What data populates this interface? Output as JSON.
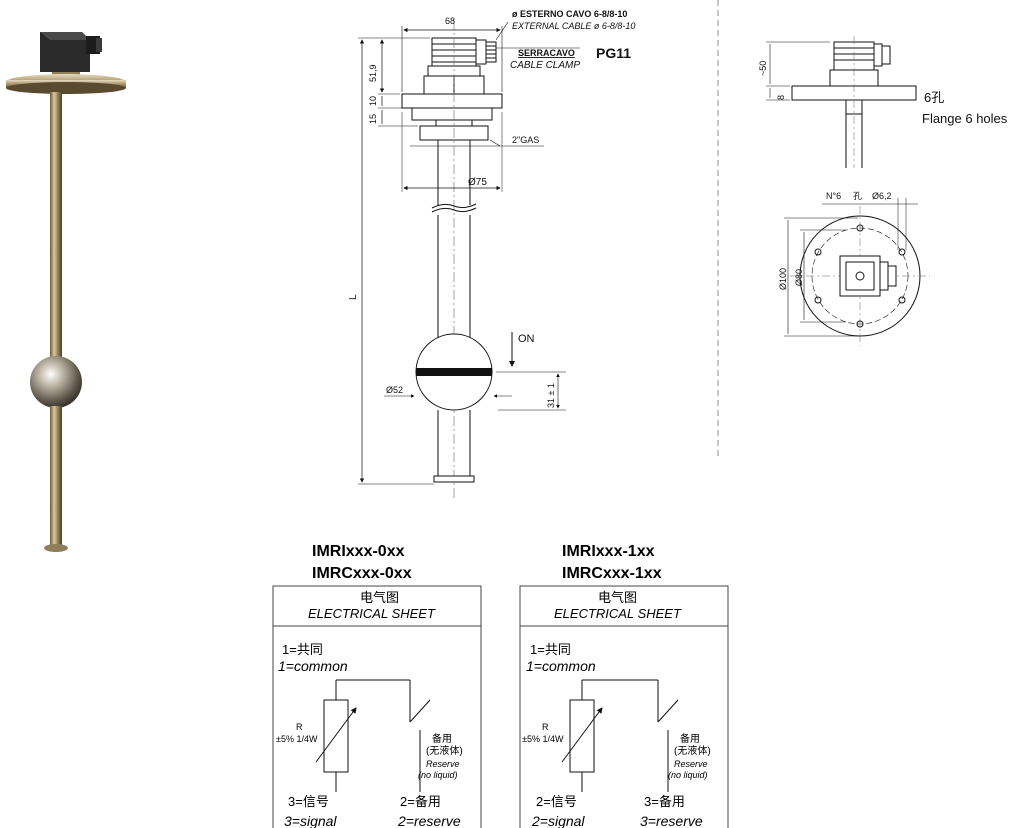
{
  "dimensions": {
    "width_68": "68",
    "height_51_9": "51,9",
    "dim_10": "10",
    "dim_15": "15",
    "thread": "2\"GAS",
    "dia_75": "Ø75",
    "length": "L",
    "dia_52": "Ø52",
    "dim_31": "31 ± 1",
    "on": "ON",
    "top_50": "~50",
    "top_8": "8",
    "dia_100": "Ø100",
    "dia_80": "Ø80",
    "holes_spec_a": "N°6",
    "holes_spec_b": "孔",
    "holes_spec_c": "Ø6,2"
  },
  "labels": {
    "cable_it": "ø ESTERNO CAVO  6-8/8-10",
    "cable_en": "EXTERNAL CABLE ø 6-8/8-10",
    "clamp_it": "SERRACAVO",
    "clamp_pg": "PG11",
    "clamp_en": "CABLE CLAMP",
    "flange_cn": "6孔",
    "flange_en": "Flange  6 holes"
  },
  "schematics": [
    {
      "title_1": "IMRIxxx-0xx",
      "title_2": "IMRCxxx-0xx",
      "sheet_cn": "电气图",
      "sheet_en": "ELECTRICAL SHEET",
      "common_cn": "1=共同",
      "common_en": "1=common",
      "r_label": "R",
      "r_spec": "±5% 1/4W",
      "reserve_cn": "备用",
      "reserve_cn2": "(无液体)",
      "reserve_en": "Reserve",
      "reserve_en2": "(no liquid)",
      "left_cn": "3=信号",
      "left_en": "3=signal",
      "right_cn": "2=备用",
      "right_en": "2=reserve"
    },
    {
      "title_1": "IMRIxxx-1xx",
      "title_2": "IMRCxxx-1xx",
      "sheet_cn": "电气图",
      "sheet_en": "ELECTRICAL SHEET",
      "common_cn": "1=共同",
      "common_en": "1=common",
      "r_label": "R",
      "r_spec": "±5% 1/4W",
      "reserve_cn": "备用",
      "reserve_cn2": "(无液体)",
      "reserve_en": "Reserve",
      "reserve_en2": "(no liquid)",
      "left_cn": "2=信号",
      "left_en": "2=signal",
      "right_cn": "3=备用",
      "right_en": "3=reserve"
    }
  ]
}
